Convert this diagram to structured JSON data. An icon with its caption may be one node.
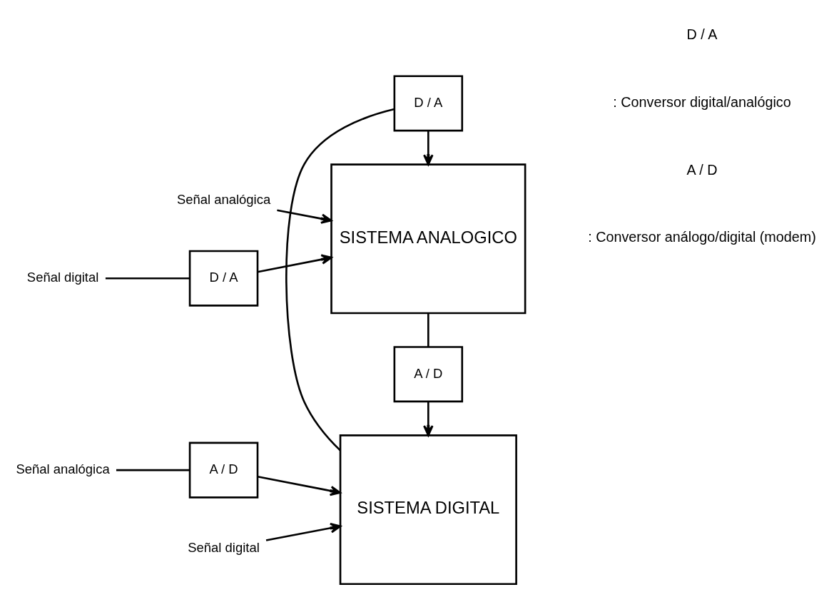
{
  "diagram": {
    "nodes": [
      {
        "text": [
          "SISTEMA ANALOGICO"
        ]
      },
      {
        "text": [
          "Señal analógica"
        ]
      },
      {
        "text": [
          "Señal digital"
        ]
      },
      {
        "text": [
          "D / A"
        ]
      },
      {
        "text": [
          "A / D"
        ]
      },
      {
        "text": [
          "D / A"
        ]
      },
      {
        "text": [
          "SISTEMA DIGITAL"
        ]
      },
      {
        "text": [
          "Señal analógica"
        ]
      },
      {
        "text": [
          "A / D"
        ]
      },
      {
        "text": [
          "Señal digital"
        ]
      }
    ],
    "edges": [
      {
        "from": 1,
        "to": 0,
        "arrow": "to"
      },
      {
        "from": 2,
        "to": 3,
        "arrow": "none"
      },
      {
        "from": 3,
        "to": 0,
        "arrow": "to"
      },
      {
        "from": 0,
        "to": 4,
        "arrow": "none"
      },
      {
        "from": 4,
        "to": 6,
        "arrow": "to"
      },
      {
        "from": 6,
        "to": 5,
        "arrow": "none"
      },
      {
        "from": 5,
        "to": 0,
        "arrow": "to"
      },
      {
        "from": 7,
        "to": 8,
        "arrow": "none"
      },
      {
        "from": 8,
        "to": 6,
        "arrow": "to"
      },
      {
        "from": 9,
        "to": 6,
        "arrow": "to"
      }
    ],
    "labels": [
      "D / A",
      ": Conversor digital/analógico",
      "A / D",
      ": Conversor análogo/digital (modem)"
    ]
  }
}
